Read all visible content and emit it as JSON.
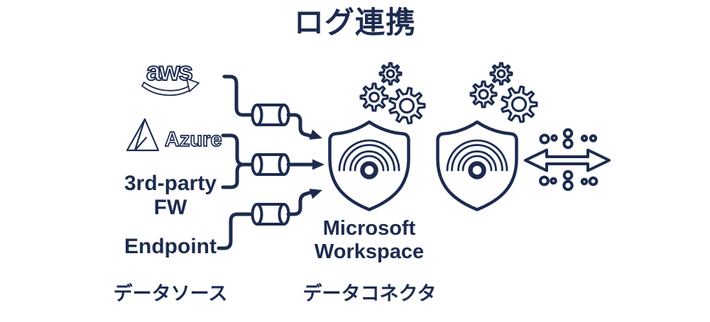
{
  "title": "ログ連携",
  "colors": {
    "ink": "#1d2b4f",
    "background": "#ffffff"
  },
  "sources": {
    "aws": "aws",
    "azure": "Azure",
    "third_party_line1": "3rd-party",
    "third_party_line2": "FW",
    "endpoint": "Endpoint"
  },
  "workspace": {
    "line1": "Microsoft",
    "line2": "Workspace"
  },
  "captions": {
    "data_source": "データソース",
    "data_connector": "データコネクタ"
  },
  "icons": {
    "aws_logo": "aws-wordmark-with-smile-arrow-outline",
    "azure_logo": "azure-triangle-mark-outline",
    "pipeline": "cylinder-pipe-outline",
    "flow_arrow": "filled-right-arrowhead",
    "gears": "cog-wheels-outline",
    "shield": "shield-with-wifi-signal-outline",
    "exchange": "double-headed-arrow-with-data-dots"
  }
}
